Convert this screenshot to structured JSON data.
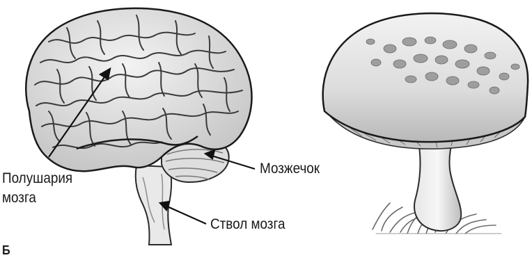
{
  "labels": {
    "hemispheres": [
      "Полушария",
      "мозга"
    ],
    "cerebellum": "Мозжечок",
    "brainstem": "Ствол мозга",
    "cut_off_text": "Б"
  },
  "colors": {
    "ink": "#1a1a1a",
    "shade": "#9a9a9a",
    "light": "#d9d9d9"
  }
}
